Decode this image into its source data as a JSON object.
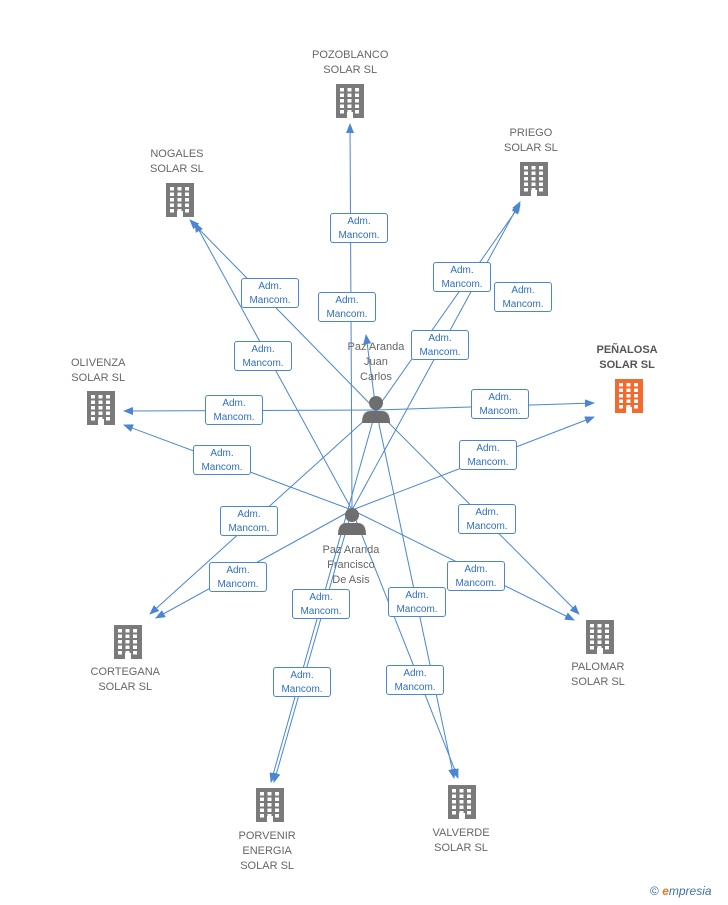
{
  "companies": [
    {
      "id": "pozoblanco",
      "lines": [
        "POZOBLANCO",
        "SOLAR SL"
      ],
      "focus": false
    },
    {
      "id": "priego",
      "lines": [
        "PRIEGO",
        "SOLAR SL"
      ],
      "focus": false
    },
    {
      "id": "nogales",
      "lines": [
        "NOGALES",
        "SOLAR SL"
      ],
      "focus": false
    },
    {
      "id": "olivenza",
      "lines": [
        "OLIVENZA",
        "SOLAR SL"
      ],
      "focus": false
    },
    {
      "id": "penalosa",
      "lines": [
        "PEÑALOSA",
        "SOLAR SL"
      ],
      "focus": true
    },
    {
      "id": "cortegana",
      "lines": [
        "CORTEGANA",
        "SOLAR SL"
      ],
      "focus": false
    },
    {
      "id": "palomar",
      "lines": [
        "PALOMAR",
        "SOLAR SL"
      ],
      "focus": false
    },
    {
      "id": "porvenir",
      "lines": [
        "PORVENIR",
        "ENERGIA",
        "SOLAR SL"
      ],
      "focus": false
    },
    {
      "id": "valverde",
      "lines": [
        "VALVERDE",
        "SOLAR SL"
      ],
      "focus": false
    }
  ],
  "persons": [
    {
      "id": "juan",
      "lines": [
        "Paz Aranda",
        "Juan",
        "Carlos"
      ]
    },
    {
      "id": "francisco",
      "lines": [
        "Paz Aranda",
        "Francisco",
        "De Asis"
      ]
    }
  ],
  "relation_label": [
    "Adm.",
    "Mancom."
  ],
  "edges": [
    {
      "from": "juan",
      "to": "pozoblanco",
      "label": [
        "Adm.",
        "Mancom."
      ]
    },
    {
      "from": "francisco",
      "to": "pozoblanco",
      "label": [
        "Adm.",
        "Mancom."
      ]
    },
    {
      "from": "juan",
      "to": "priego",
      "label": [
        "Adm.",
        "Mancom."
      ]
    },
    {
      "from": "francisco",
      "to": "priego",
      "label": [
        "Adm.",
        "Mancom."
      ]
    },
    {
      "from": "juan",
      "to": "nogales",
      "label": [
        "Adm.",
        "Mancom."
      ]
    },
    {
      "from": "francisco",
      "to": "nogales",
      "label": [
        "Adm.",
        "Mancom."
      ]
    },
    {
      "from": "juan",
      "to": "olivenza",
      "label": [
        "Adm.",
        "Mancom."
      ]
    },
    {
      "from": "francisco",
      "to": "olivenza",
      "label": [
        "Adm.",
        "Mancom."
      ]
    },
    {
      "from": "juan",
      "to": "penalosa",
      "label": [
        "Adm.",
        "Mancom."
      ]
    },
    {
      "from": "francisco",
      "to": "penalosa",
      "label": [
        "Adm.",
        "Mancom."
      ]
    },
    {
      "from": "juan",
      "to": "cortegana",
      "label": [
        "Adm.",
        "Mancom."
      ]
    },
    {
      "from": "francisco",
      "to": "cortegana",
      "label": [
        "Adm.",
        "Mancom."
      ]
    },
    {
      "from": "juan",
      "to": "palomar",
      "label": [
        "Adm.",
        "Mancom."
      ]
    },
    {
      "from": "francisco",
      "to": "palomar",
      "label": [
        "Adm.",
        "Mancom."
      ]
    },
    {
      "from": "juan",
      "to": "porvenir",
      "label": [
        "Adm.",
        "Mancom."
      ]
    },
    {
      "from": "francisco",
      "to": "porvenir",
      "label": [
        "Adm.",
        "Mancom."
      ]
    },
    {
      "from": "juan",
      "to": "valverde",
      "label": [
        "Adm.",
        "Mancom."
      ]
    },
    {
      "from": "francisco",
      "to": "valverde",
      "label": [
        "Adm.",
        "Mancom."
      ]
    }
  ],
  "icons": {
    "company": "building-icon",
    "person": "person-icon"
  },
  "colors": {
    "edge": "#4a86d4",
    "company_icon": "#7a7a7a",
    "focus_icon": "#f26a2e",
    "person_icon": "#6e6e6e",
    "label_text": "#2f6fc2"
  },
  "footer": {
    "copyright": "©",
    "brand_initial": "e",
    "brand_rest": "mpresia"
  }
}
